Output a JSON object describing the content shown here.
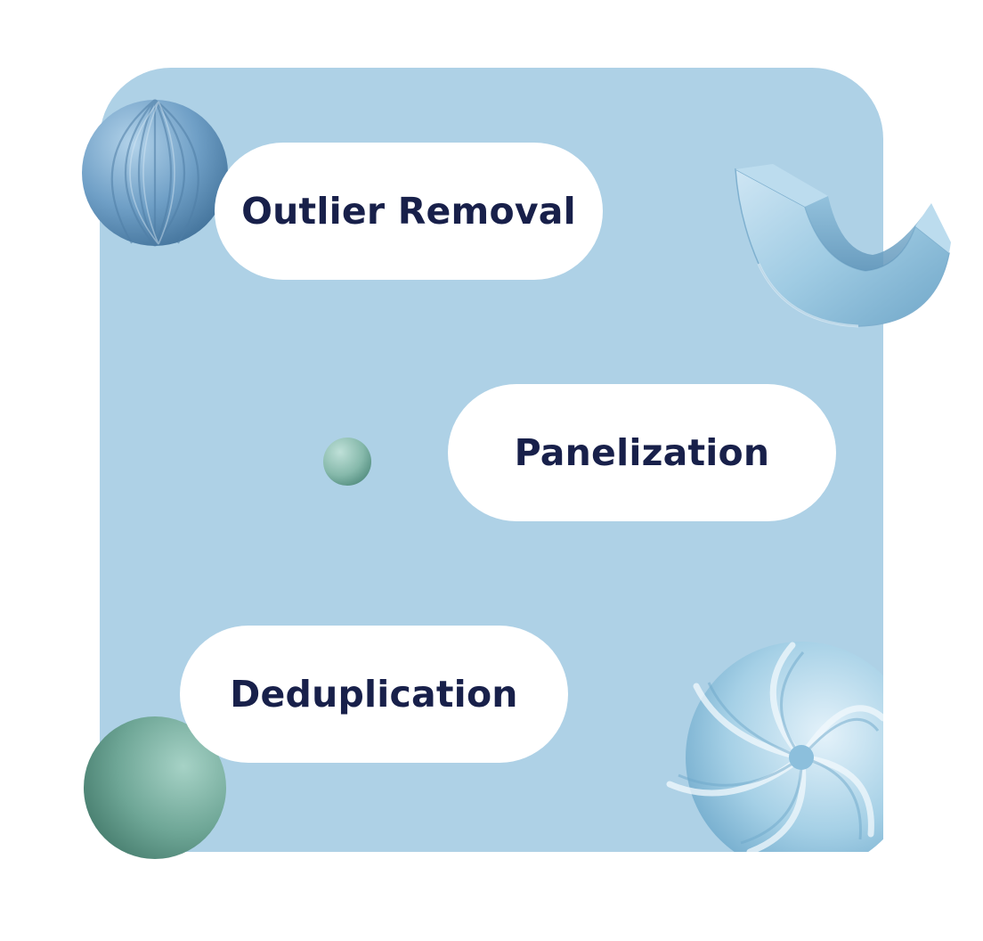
{
  "tags": [
    {
      "label": "Outlier Removal"
    },
    {
      "label": "Panelization"
    },
    {
      "label": "Deduplication"
    }
  ],
  "colors": {
    "background": "#ffffff",
    "panel": "#aed1e6",
    "pill": "#ffffff",
    "text": "#18204a",
    "ribbed_sphere": "#6e9ec4",
    "arch_shape": "#9fcbe3",
    "small_sphere": "#86b9ab",
    "green_sphere": "#6ea696",
    "swirl_shape": "#a5d0e6"
  },
  "icons": [
    "ribbed-sphere-icon",
    "arch-shape-icon",
    "small-sphere-icon",
    "green-sphere-icon",
    "swirl-flower-icon"
  ]
}
